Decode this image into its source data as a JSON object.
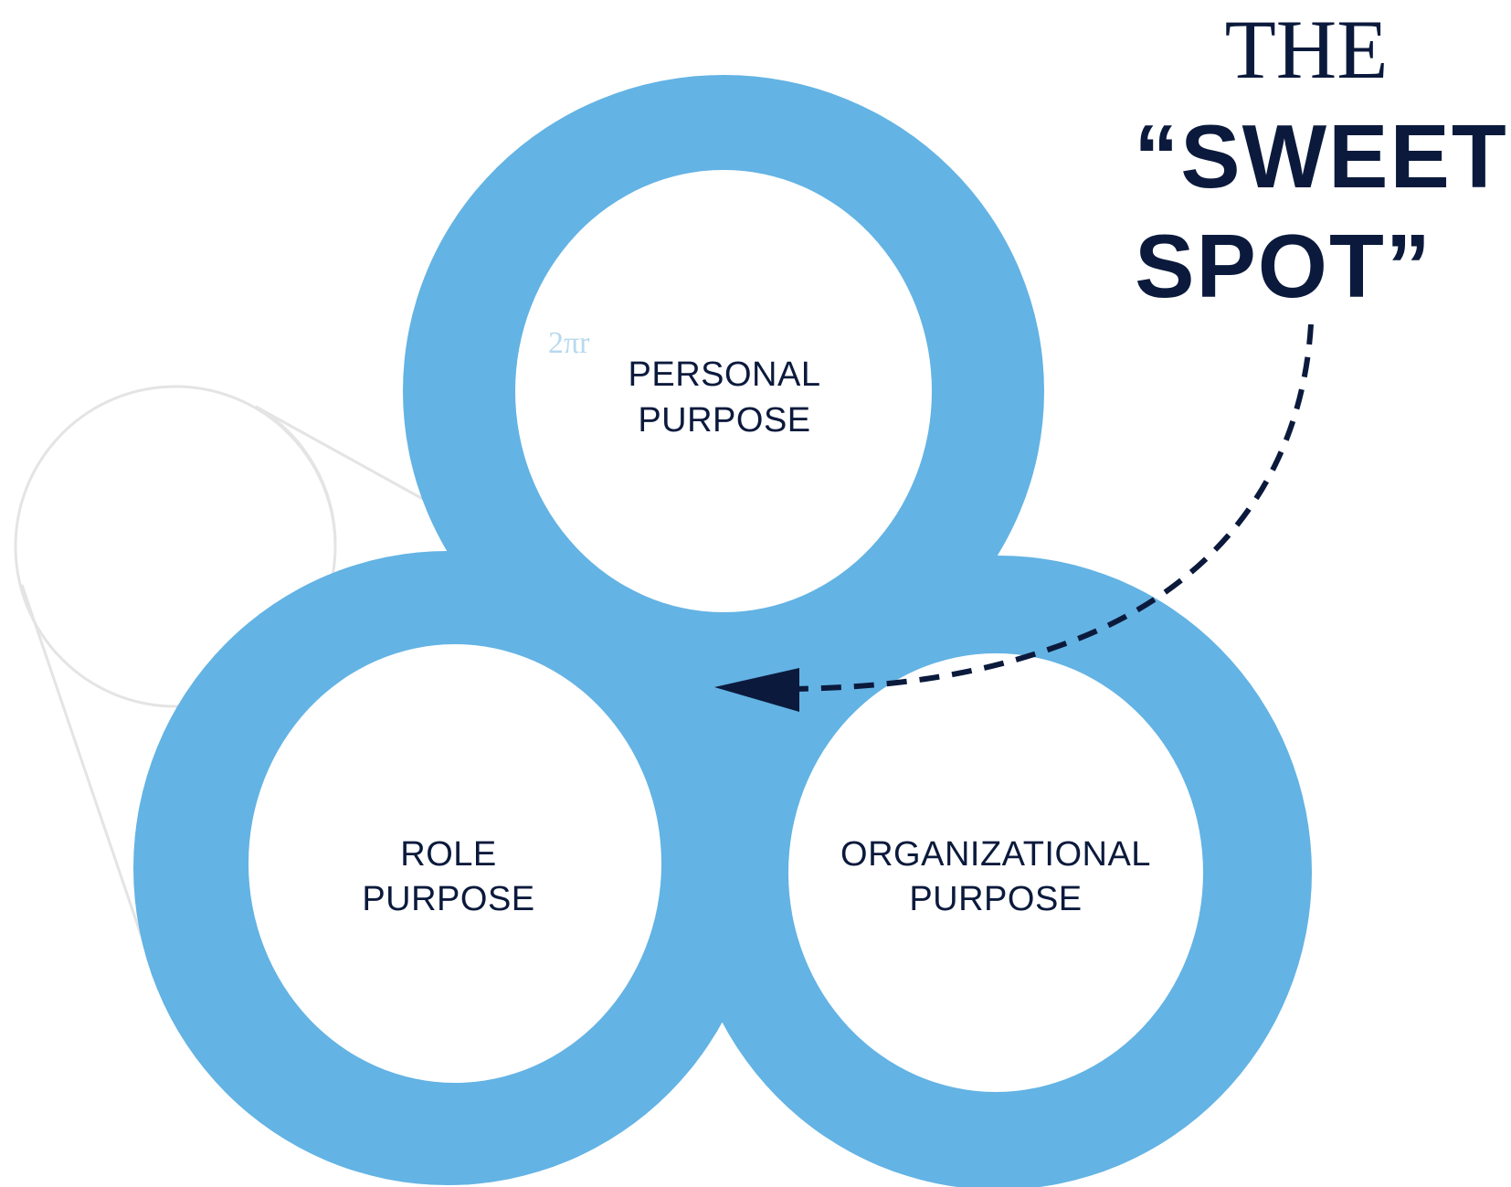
{
  "title": {
    "line1": "THE",
    "line2": "“SWEET",
    "line3": "SPOT”"
  },
  "circles": {
    "personal": {
      "line1": "PERSONAL",
      "line2": "PURPOSE"
    },
    "role": {
      "line1": "ROLE",
      "line2": "PURPOSE"
    },
    "organizational": {
      "line1": "ORGANIZATIONAL",
      "line2": "PURPOSE"
    }
  },
  "formula": "2πr",
  "colors": {
    "ring": "#63b3e4",
    "text": "#0b1a3c",
    "ghost": "#e4e4e4"
  }
}
